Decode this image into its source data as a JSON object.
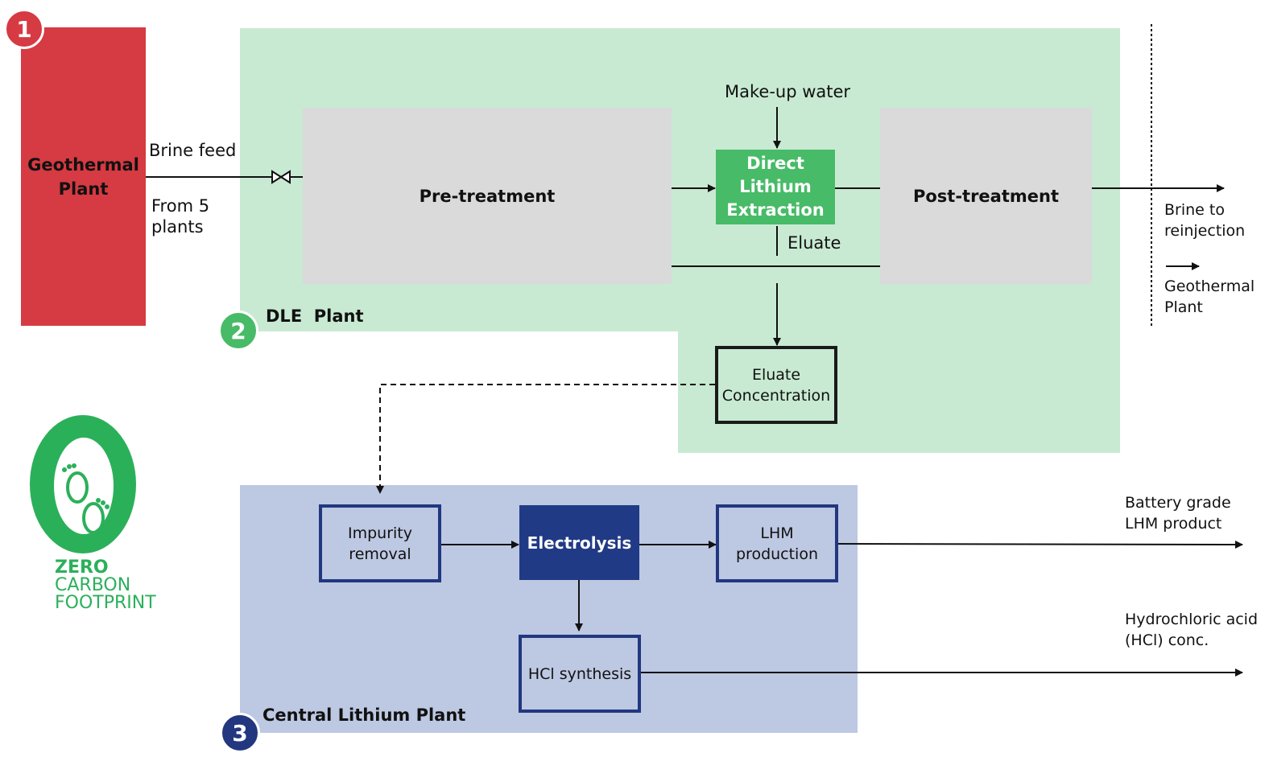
{
  "badges": {
    "one": "1",
    "two": "2",
    "three": "3"
  },
  "geothermal": {
    "label": "Geothermal Plant"
  },
  "brine_feed": {
    "label": "Brine feed",
    "source": "From 5 plants"
  },
  "dle_plant": {
    "label": "DLE  Plant",
    "pretreatment": "Pre-treatment",
    "makeup_water": "Make-up water",
    "dle_box": "Direct Lithium Extraction",
    "eluate": "Eluate",
    "posttreatment": "Post-treatment",
    "eluate_concentration": "Eluate Concentration"
  },
  "outputs": {
    "brine_reinjection": "Brine to reinjection",
    "geothermal_plant": "Geothermal Plant",
    "battery_grade": "Battery grade LHM product",
    "hcl_conc": "Hydrochloric acid (HCl) conc."
  },
  "central_plant": {
    "label": "Central Lithium Plant",
    "impurity_removal": "Impurity removal",
    "electrolysis": "Electrolysis",
    "lhm_production": "LHM production",
    "hcl_synthesis": "HCl synthesis"
  },
  "logo": {
    "line1": "ZERO",
    "line2": "CARBON",
    "line3": "FOOTPRINT",
    "icon": "footprints-icon"
  },
  "colors": {
    "geothermal_red": "#d63a42",
    "dle_green_bg": "#c8ead2",
    "dle_green": "#47bb67",
    "central_blue_bg": "#bdc8e2",
    "electrolysis_blue": "#213a85"
  }
}
